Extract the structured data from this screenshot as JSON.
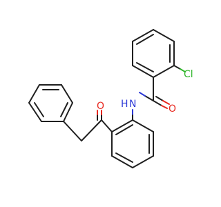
{
  "molecule": {
    "atoms": {
      "chlorine": {
        "label": "Cl",
        "color": "#2fb52a"
      },
      "amide_oxygen": {
        "label": "O",
        "color": "#e8281f"
      },
      "ketone_oxygen": {
        "label": "O",
        "color": "#e8281f"
      },
      "amide_nitrogen": {
        "label": "N",
        "color": "#2c39d6"
      },
      "amide_hydrogen": {
        "label": "H",
        "color": "#2c39d6"
      }
    },
    "bond_color": "#1f1f1f"
  }
}
